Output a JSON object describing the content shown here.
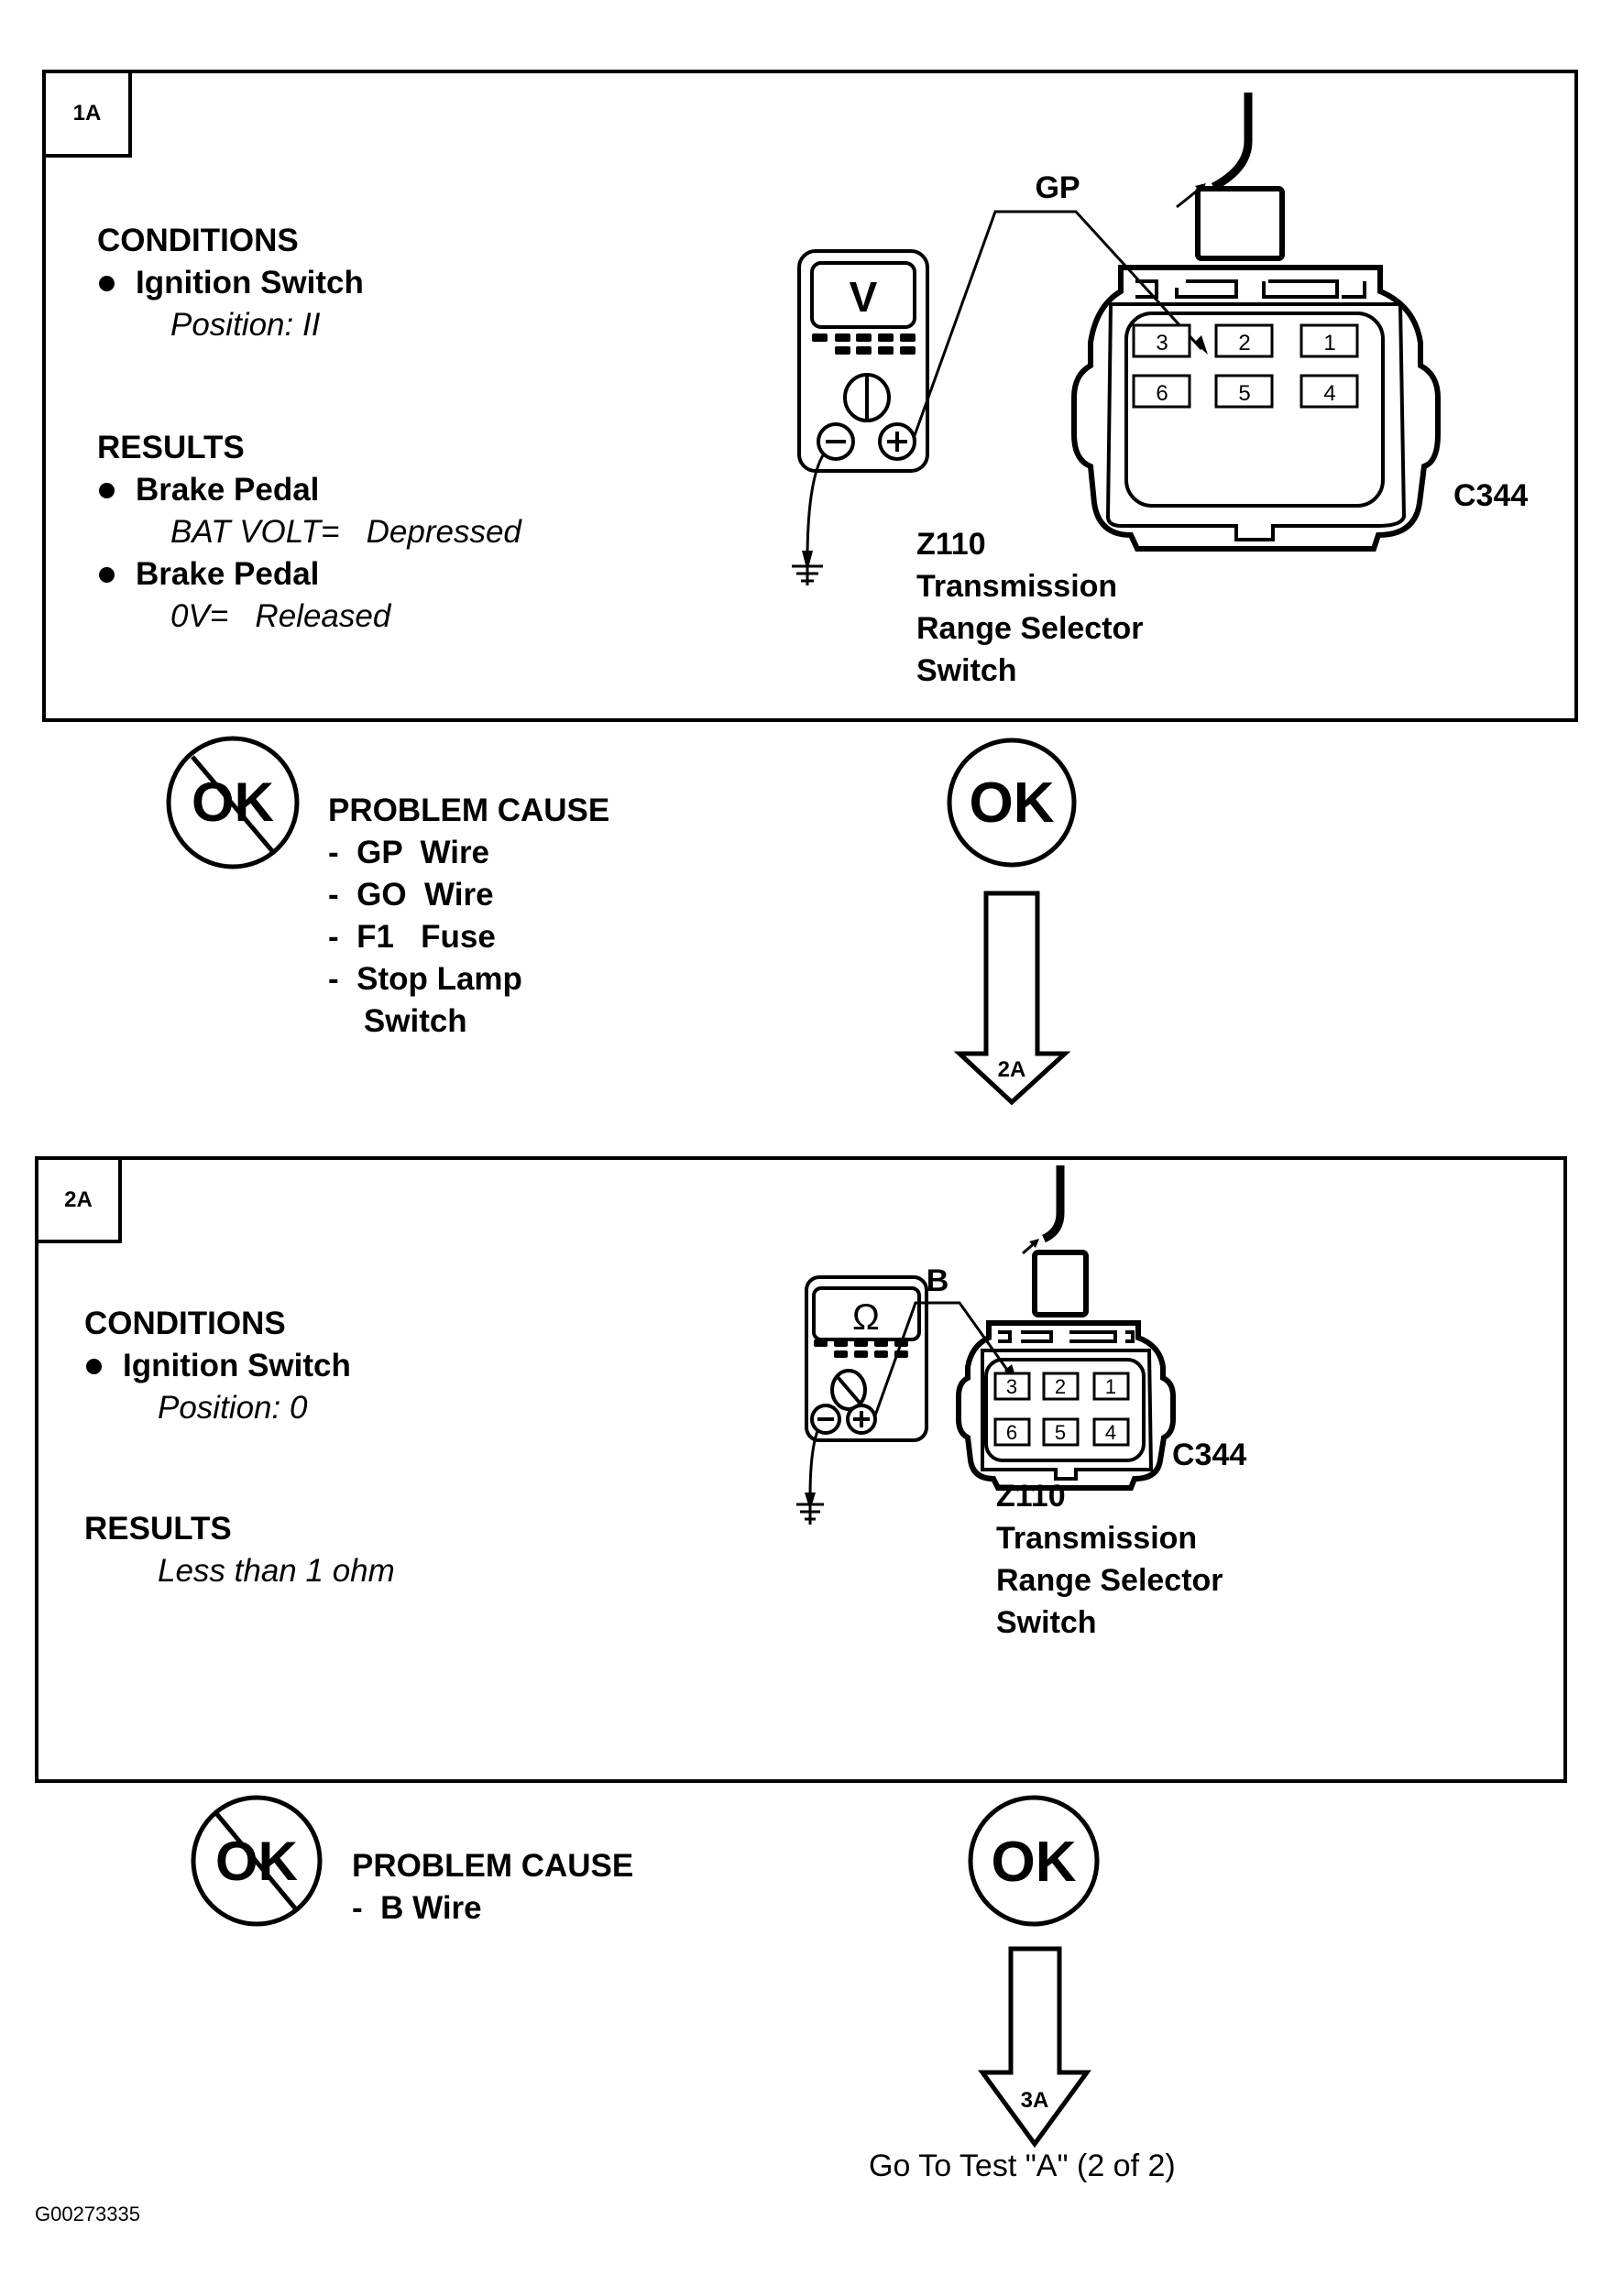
{
  "steps": [
    {
      "id": "1A",
      "conditions": {
        "heading": "CONDITIONS",
        "items": [
          {
            "label": "Ignition Switch",
            "detail": "Position: II"
          }
        ]
      },
      "results": {
        "heading": "RESULTS",
        "items": [
          {
            "label": "Brake Pedal",
            "detail": "BAT VOLT=   Depressed"
          },
          {
            "label": "Brake Pedal",
            "detail": "0V=   Released"
          }
        ]
      },
      "meter": {
        "mode_symbol": "V",
        "mode": "voltmeter"
      },
      "wire_label": "GP",
      "probe_pin": "2",
      "connector": {
        "id": "C344",
        "pins_top": [
          "3",
          "2",
          "1"
        ],
        "pins_bottom": [
          "6",
          "5",
          "4"
        ]
      },
      "component": {
        "code": "Z110",
        "name_lines": [
          "Transmission",
          "Range Selector",
          "Switch"
        ]
      },
      "not_ok": {
        "symbol": "OK",
        "heading": "PROBLEM CAUSE",
        "causes": [
          "-  GP  Wire",
          "-  GO  Wire",
          "-  F1   Fuse",
          "-  Stop Lamp",
          "    Switch"
        ]
      },
      "ok": {
        "symbol": "OK",
        "next_step": "2A"
      }
    },
    {
      "id": "2A",
      "conditions": {
        "heading": "CONDITIONS",
        "items": [
          {
            "label": "Ignition Switch",
            "detail": "Position: 0"
          }
        ]
      },
      "results": {
        "heading": "RESULTS",
        "detail": "Less than 1 ohm"
      },
      "meter": {
        "mode_symbol": "Ω",
        "mode": "ohmmeter"
      },
      "wire_label": "B",
      "probe_pin": "3",
      "connector": {
        "id": "C344",
        "pins_top": [
          "3",
          "2",
          "1"
        ],
        "pins_bottom": [
          "6",
          "5",
          "4"
        ]
      },
      "component": {
        "code": "Z110",
        "name_lines": [
          "Transmission",
          "Range Selector",
          "Switch"
        ]
      },
      "not_ok": {
        "symbol": "OK",
        "heading": "PROBLEM CAUSE",
        "causes": [
          "-  B Wire"
        ]
      },
      "ok": {
        "symbol": "OK",
        "next_step": "3A"
      }
    }
  ],
  "footer": {
    "goto_text": "Go To Test \"A\" (2 of 2)",
    "figure_id": "G00273335"
  }
}
